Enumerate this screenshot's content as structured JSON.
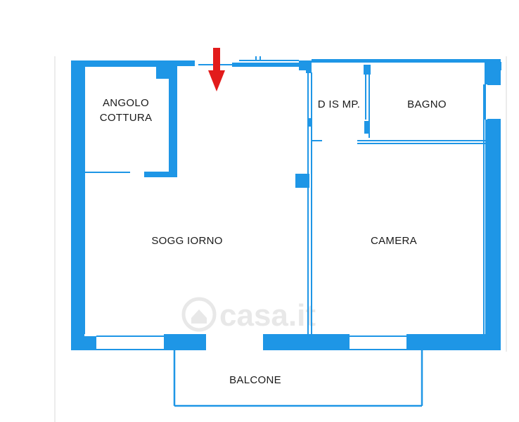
{
  "colors": {
    "wall": "#1e96e6",
    "line": "#1e96e6",
    "arrow": "#e21b1b",
    "text": "#1a1a1a",
    "watermark": "#e6e6e6"
  },
  "rooms": {
    "angolo_cottura_line1": "ANGOLO",
    "angolo_cottura_line2": "COTTURA",
    "soggiorno": "SOGG IORNO",
    "disimpegno": "D IS MP.",
    "bagno": "BAGNO",
    "camera": "CAMERA",
    "balcone": "BALCONE"
  },
  "watermark": {
    "text": "casa.it",
    "icon": "house-icon"
  },
  "entrance": {
    "icon": "arrow-down-icon"
  }
}
